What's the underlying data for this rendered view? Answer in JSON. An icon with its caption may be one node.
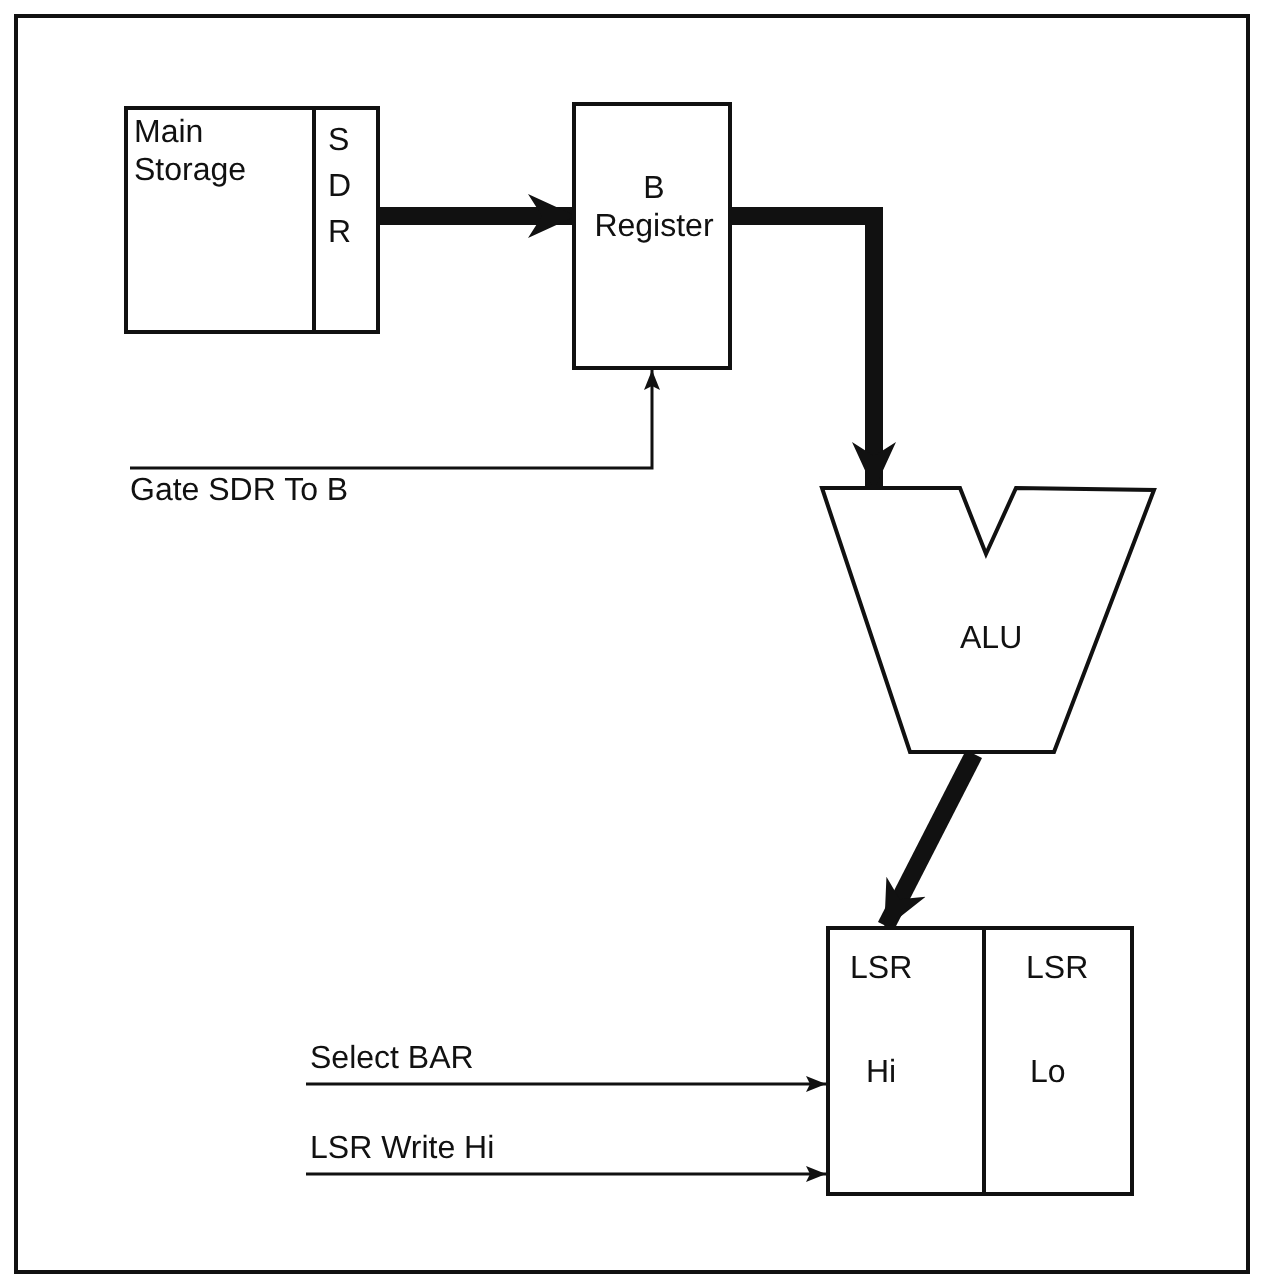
{
  "diagram": {
    "nodes": [
      {
        "text": [
          "Main Storage"
        ]
      },
      {
        "text": [
          "S D R"
        ],
        "in": 0
      },
      {
        "text": [
          "B Register"
        ]
      },
      {
        "text": [
          "Gate SDR To B"
        ]
      },
      {
        "text": [
          "ALU"
        ]
      },
      {
        "text": [
          "LSR",
          "Hi"
        ]
      },
      {
        "text": [
          "LSR",
          "Lo"
        ]
      },
      {
        "text": [
          "Select BAR"
        ]
      },
      {
        "text": [
          "LSR Write Hi"
        ]
      }
    ],
    "edges": [
      {
        "from": 1,
        "to": 2,
        "arrow": "to",
        "style": "thick"
      },
      {
        "from": 2,
        "to": 4,
        "arrow": "to",
        "style": "thick"
      },
      {
        "from": 4,
        "to": 5,
        "arrow": "to",
        "style": "thick"
      },
      {
        "from": 3,
        "to": 2,
        "arrow": "to"
      },
      {
        "from": 7,
        "to": 5,
        "arrow": "to"
      },
      {
        "from": 8,
        "to": 5,
        "arrow": "to"
      }
    ]
  }
}
